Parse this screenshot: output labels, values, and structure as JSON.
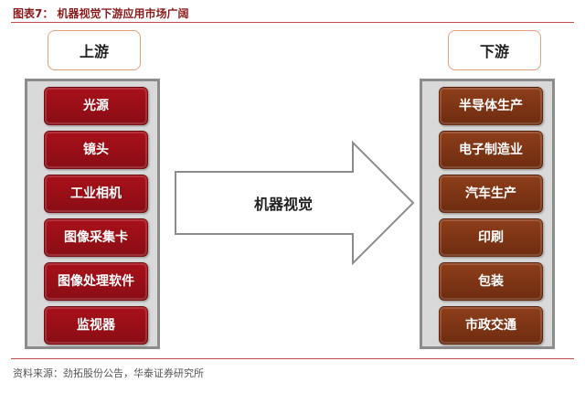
{
  "figure_title": "图表7：  机器视觉下游应用市场广阔",
  "upstream": {
    "header": "上游",
    "items": [
      "光源",
      "镜头",
      "工业相机",
      "图像采集卡",
      "图像处理软件",
      "监视器"
    ]
  },
  "downstream": {
    "header": "下游",
    "items": [
      "半导体生产",
      "电子制造业",
      "汽车生产",
      "印刷",
      "包装",
      "市政交通"
    ]
  },
  "arrow_label": "机器视觉",
  "source": "资料来源：劲拓股份公告，华泰证券研究所",
  "colors": {
    "title": "#8b1a1a",
    "rule": "#c0504d",
    "upstream_item": "#9a0f17",
    "downstream_item": "#7e3414",
    "panel_bg": "#d9d9d9",
    "panel_border": "#8c8c8c"
  }
}
